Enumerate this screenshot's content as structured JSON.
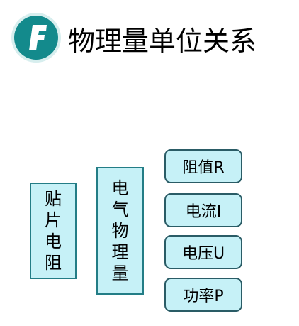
{
  "header": {
    "title": "物理量单位关系",
    "logo_letter": "F",
    "logo_color": "#138a8c"
  },
  "diagram": {
    "left_block": {
      "chars": [
        "贴",
        "片",
        "电",
        "阻"
      ]
    },
    "middle_block": {
      "chars": [
        "电",
        "气",
        "物",
        "理",
        "量"
      ]
    },
    "items": [
      {
        "label": "阻值R"
      },
      {
        "label": "电流I"
      },
      {
        "label": "电压U"
      },
      {
        "label": "功率P"
      }
    ],
    "colors": {
      "box_fill": "#c6f1f7",
      "box_border": "#237d86"
    }
  }
}
